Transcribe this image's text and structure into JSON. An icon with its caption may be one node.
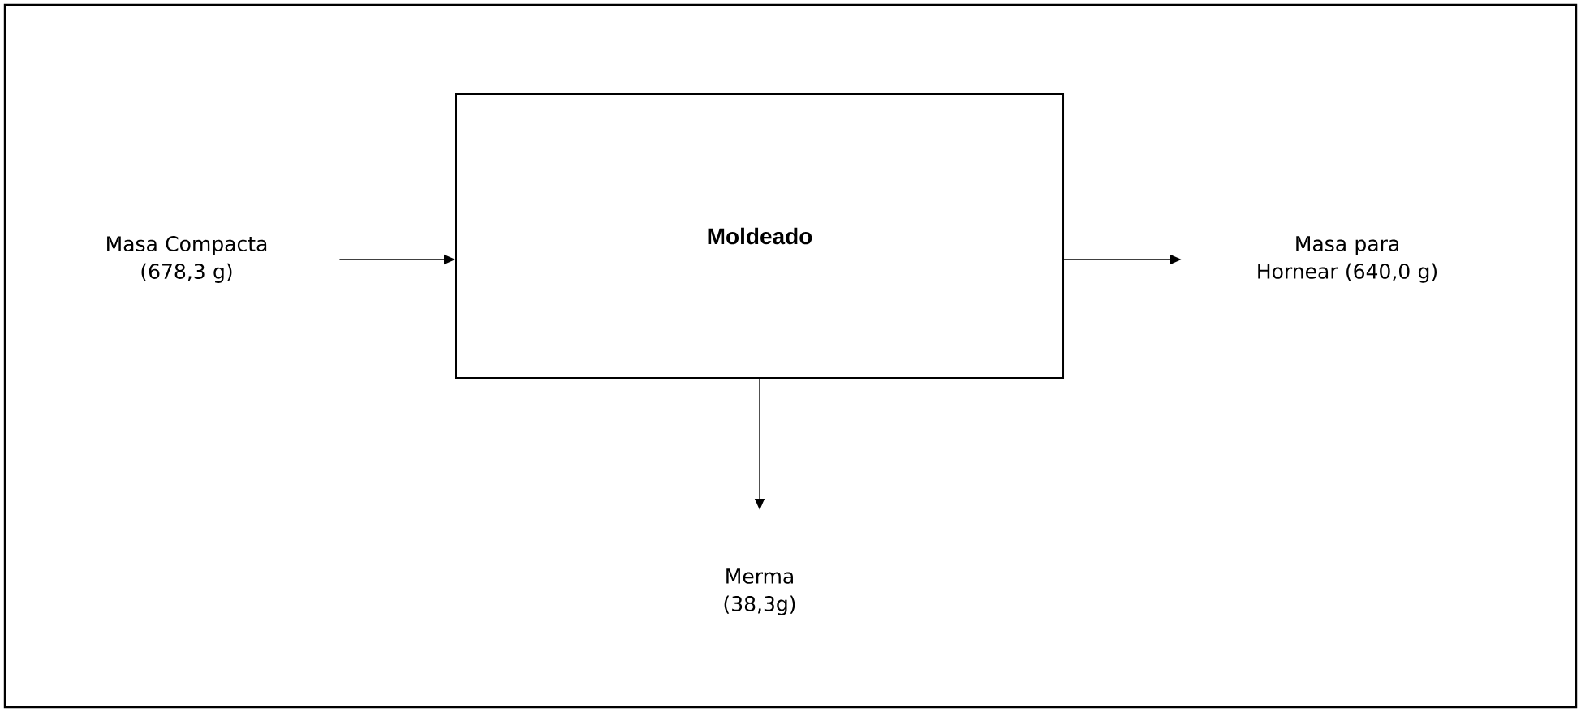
{
  "diagram": {
    "nodes": [
      {
        "text": [
          "Masa Compacta (678,3 g)"
        ]
      },
      {
        "text": [
          "Moldeado"
        ]
      },
      {
        "text": [
          "Masa para Hornear (640,0 g)"
        ]
      },
      {
        "text": [
          "Merma (38,3g)"
        ]
      }
    ],
    "edges": [
      {
        "from": 0,
        "to": 1,
        "arrow": "to"
      },
      {
        "from": 1,
        "to": 2,
        "arrow": "to"
      },
      {
        "from": 1,
        "to": 3,
        "arrow": "to"
      }
    ]
  }
}
